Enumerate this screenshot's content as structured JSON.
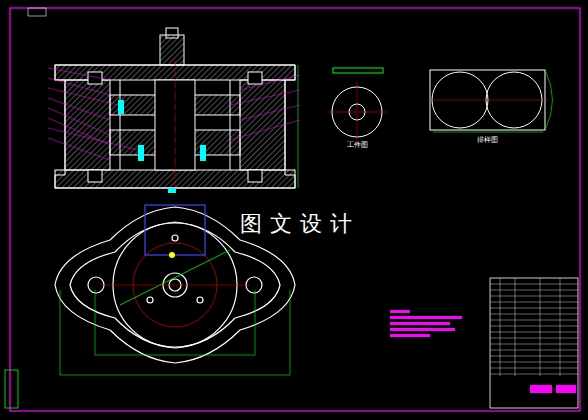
{
  "diagram": {
    "labels": [
      "图文设计",
      "工件图",
      "排样图"
    ]
  }
}
